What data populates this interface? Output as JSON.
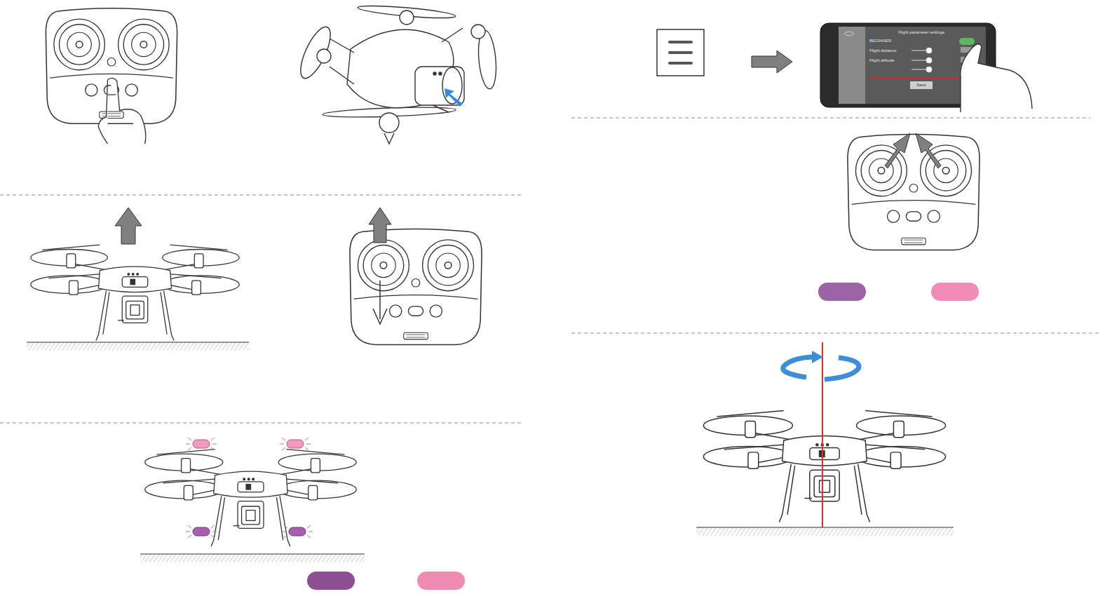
{
  "diagram": {
    "labels": [
      "Flight parameter settings",
      "BEGINNER",
      "Flight distance",
      "Flight altitude",
      "Save"
    ]
  }
}
